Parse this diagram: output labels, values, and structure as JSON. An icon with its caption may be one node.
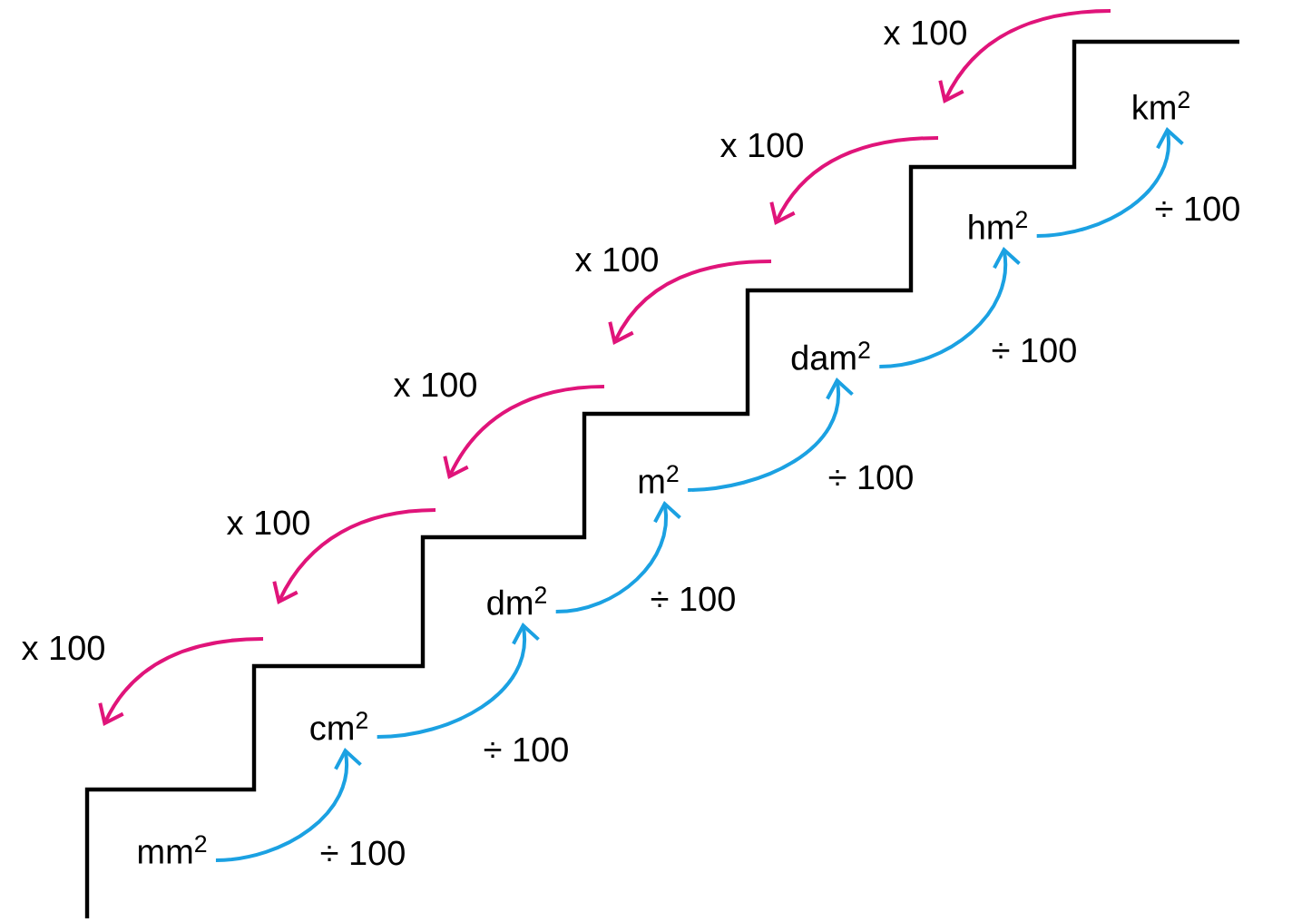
{
  "diagram": {
    "nodes": [
      {
        "text": [
          "mm$^{2}$"
        ]
      },
      {
        "text": [
          "cm$^{2}$"
        ]
      },
      {
        "text": [
          "dm$^{2}$"
        ]
      },
      {
        "text": [
          "m$^{2}$"
        ]
      },
      {
        "text": [
          "dam$^{2}$"
        ]
      },
      {
        "text": [
          "hm$^{2}$"
        ]
      },
      {
        "text": [
          "km$^{2}$"
        ]
      }
    ],
    "edges": [
      {
        "from": 0,
        "to": 1,
        "arrow": "to",
        "label": "÷ 100"
      },
      {
        "from": 1,
        "to": 2,
        "arrow": "to",
        "label": "÷ 100"
      },
      {
        "from": 2,
        "to": 3,
        "arrow": "to",
        "label": "÷ 100"
      },
      {
        "from": 3,
        "to": 4,
        "arrow": "to",
        "label": "÷ 100"
      },
      {
        "from": 4,
        "to": 5,
        "arrow": "to",
        "label": "÷ 100"
      },
      {
        "from": 5,
        "to": 6,
        "arrow": "to",
        "label": "÷ 100"
      }
    ],
    "labels": [
      "x 100",
      "x 100",
      "x 100",
      "x 100",
      "x 100",
      "x 100"
    ]
  }
}
